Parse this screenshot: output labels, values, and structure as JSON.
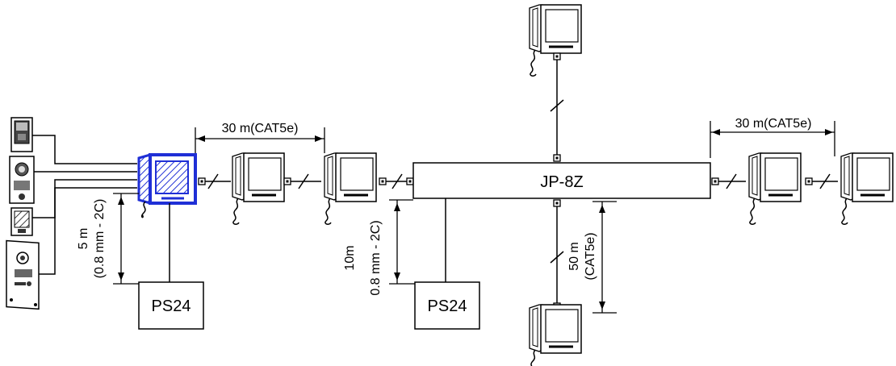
{
  "devices": {
    "hub": "JP-8Z",
    "power_supply_left": "PS24",
    "power_supply_center": "PS24"
  },
  "dimensions": {
    "top_left_span": "30 m(CAT5e)",
    "top_right_span": "30 m(CAT5e)",
    "left_vertical_line1": "5 m",
    "left_vertical_line2": "(0.8 mm - 2C)",
    "center_vertical_line1": "10m",
    "center_vertical_line2": "0.8 mm - 2C)",
    "right_vertical_line1": "50 m",
    "right_vertical_line2": "(CAT5e)"
  },
  "colors": {
    "line": "#000000",
    "highlight": "#1f2fd6"
  }
}
